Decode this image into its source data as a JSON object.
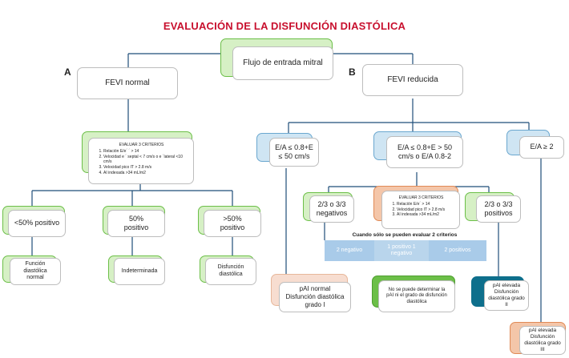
{
  "title": "EVALUACIÓN DE LA DISFUNCIÓN DIASTÓLICA",
  "labels": {
    "a": "A",
    "b": "B"
  },
  "root": "Flujo de entrada mitral",
  "left": {
    "header": "FEVI normal",
    "criteria": {
      "title": "EVALUAR 3 CRITERIOS",
      "items": [
        "Relación E/e´ ´ > 14",
        "Velocidad  e ´ septal < 7 cm/s o e ´lateral <10 cm/s",
        "Velocidad pico IT > 2.8 m/s",
        "AI indexada >34 mL/m2"
      ]
    },
    "branches": [
      {
        "label": "<50% positivo",
        "result": "Función diastólica normal"
      },
      {
        "label": "50% positivo",
        "result": "Indeterminada"
      },
      {
        "label": ">50% positivo",
        "result": "Disfunción diastólica"
      }
    ]
  },
  "right": {
    "header": "FEVI reducida",
    "c1": "E/A ≤ 0.8+E ≤ 50 cm/s",
    "c2": "E/A ≤ 0.8+E > 50 cm/s o E/A 0.8-2",
    "c3": "E/A ≥ 2",
    "criteria": {
      "title": "EVALUAR 3 CRITERIOS",
      "items": [
        "Relación E/e´ > 14",
        "Velocidad pico IT > 2.8 m/s",
        "AI indexada >34 mL/m2"
      ]
    },
    "neg": "2/3 o 3/3 negativos",
    "pos": "2/3 o 3/3 positivos",
    "two_criteria_title": "Cuando sólo se pueden evaluar 2 criterios",
    "bar": [
      "2 negativo",
      "1 positivo 1 negativo",
      "2 positivos"
    ],
    "r1": "pAI normal Disfunción diastólica grado I",
    "r2": "No se puede determinar la pAI ni el grado de disfunción diastólica",
    "r3": "pAI elevada Disfunción diastólica grado II",
    "r4": "pAI elevada Disfunción diastólica grado III"
  },
  "colors": {
    "title": "#c8102e",
    "line": "#1f4e79",
    "green": "#d6f0c5",
    "blue": "#cfe5f3",
    "peach": "#f4c6a9",
    "teal": "#0e6f8c"
  }
}
